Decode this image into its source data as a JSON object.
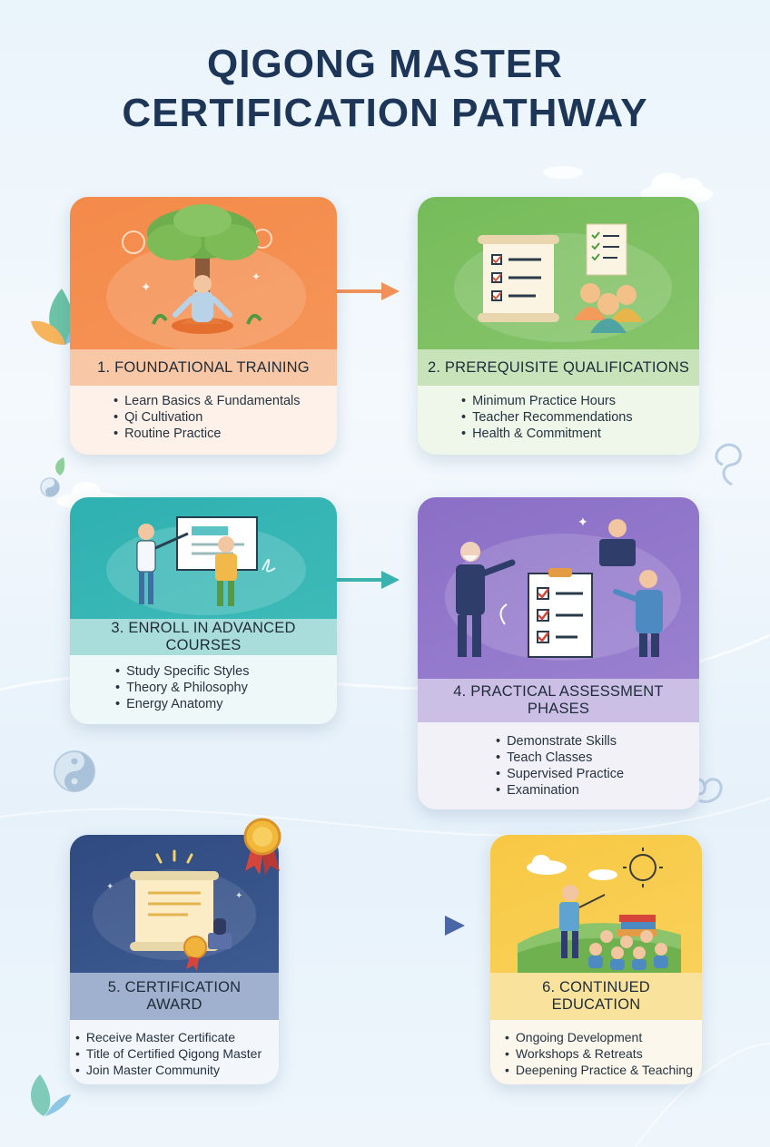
{
  "title": {
    "line1": "QIGONG MASTER",
    "line2": "CERTIFICATION PATHWAY"
  },
  "colors": {
    "title": "#1d3556",
    "step1": "#f48a4a",
    "step2": "#76bc5b",
    "step3": "#2fb1b1",
    "step4": "#8a6fc6",
    "step5": "#2f4a7f",
    "step6": "#f8c843"
  },
  "steps": [
    {
      "label": "1. FOUNDATIONAL TRAINING",
      "icon": "meditation-tree-icon",
      "items": [
        "Learn Basics & Fundamentals",
        "Qi Cultivation",
        "Routine Practice"
      ]
    },
    {
      "label": "2. PREREQUISITE QUALIFICATIONS",
      "icon": "checklist-scroll-icon",
      "items": [
        "Minimum Practice Hours",
        "Teacher Recommendations",
        "Health & Commitment"
      ]
    },
    {
      "label": "3. ENROLL IN ADVANCED COURSES",
      "icon": "classroom-icon",
      "items": [
        "Study Specific Styles",
        "Theory & Philosophy",
        "Energy Anatomy"
      ]
    },
    {
      "label": "4. PRACTICAL ASSESSMENT PHASES",
      "icon": "assessment-clipboard-icon",
      "items": [
        "Demonstrate Skills",
        "Teach Classes",
        "Supervised Practice",
        "Examination"
      ]
    },
    {
      "label": "5. CERTIFICATION AWARD",
      "icon": "certificate-scroll-icon",
      "items": [
        "Receive Master Certificate",
        "Title of Certified Qigong Master",
        "Join Master Community"
      ]
    },
    {
      "label": "6. CONTINUED EDUCATION",
      "icon": "outdoor-teaching-icon",
      "items": [
        "Ongoing Development",
        "Workshops & Retreats",
        "Deepening Practice & Teaching"
      ]
    }
  ]
}
